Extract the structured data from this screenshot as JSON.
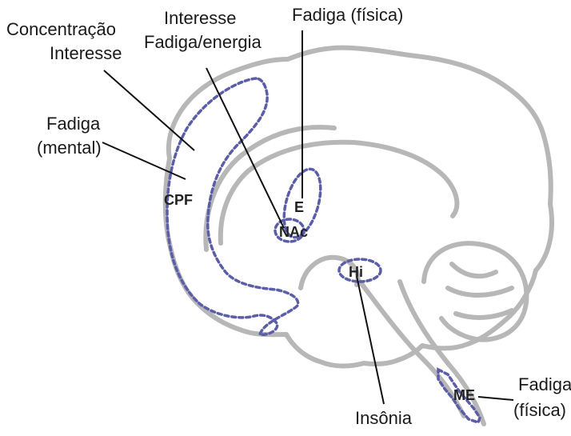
{
  "colors": {
    "outline": "#b7b7b7",
    "region_dash": "#5b5ea6",
    "leader": "#111111",
    "text": "#1a1a1a"
  },
  "labels": {
    "concentracao": "Concentração",
    "interesse_left": "Interesse",
    "interesse_top": "Interesse",
    "fadiga_energia": "Fadiga/energia",
    "fadiga_fisica_top": "Fadiga (física)",
    "fadiga_mental_1": "Fadiga",
    "fadiga_mental_2": "(mental)",
    "insonia": "Insônia",
    "fadiga_fisica_right_1": "Fadiga",
    "fadiga_fisica_right_2": "(física)"
  },
  "regions": {
    "cpf": "CPF",
    "e": "E",
    "nac": "NAc",
    "hi": "Hi",
    "me": "ME"
  }
}
